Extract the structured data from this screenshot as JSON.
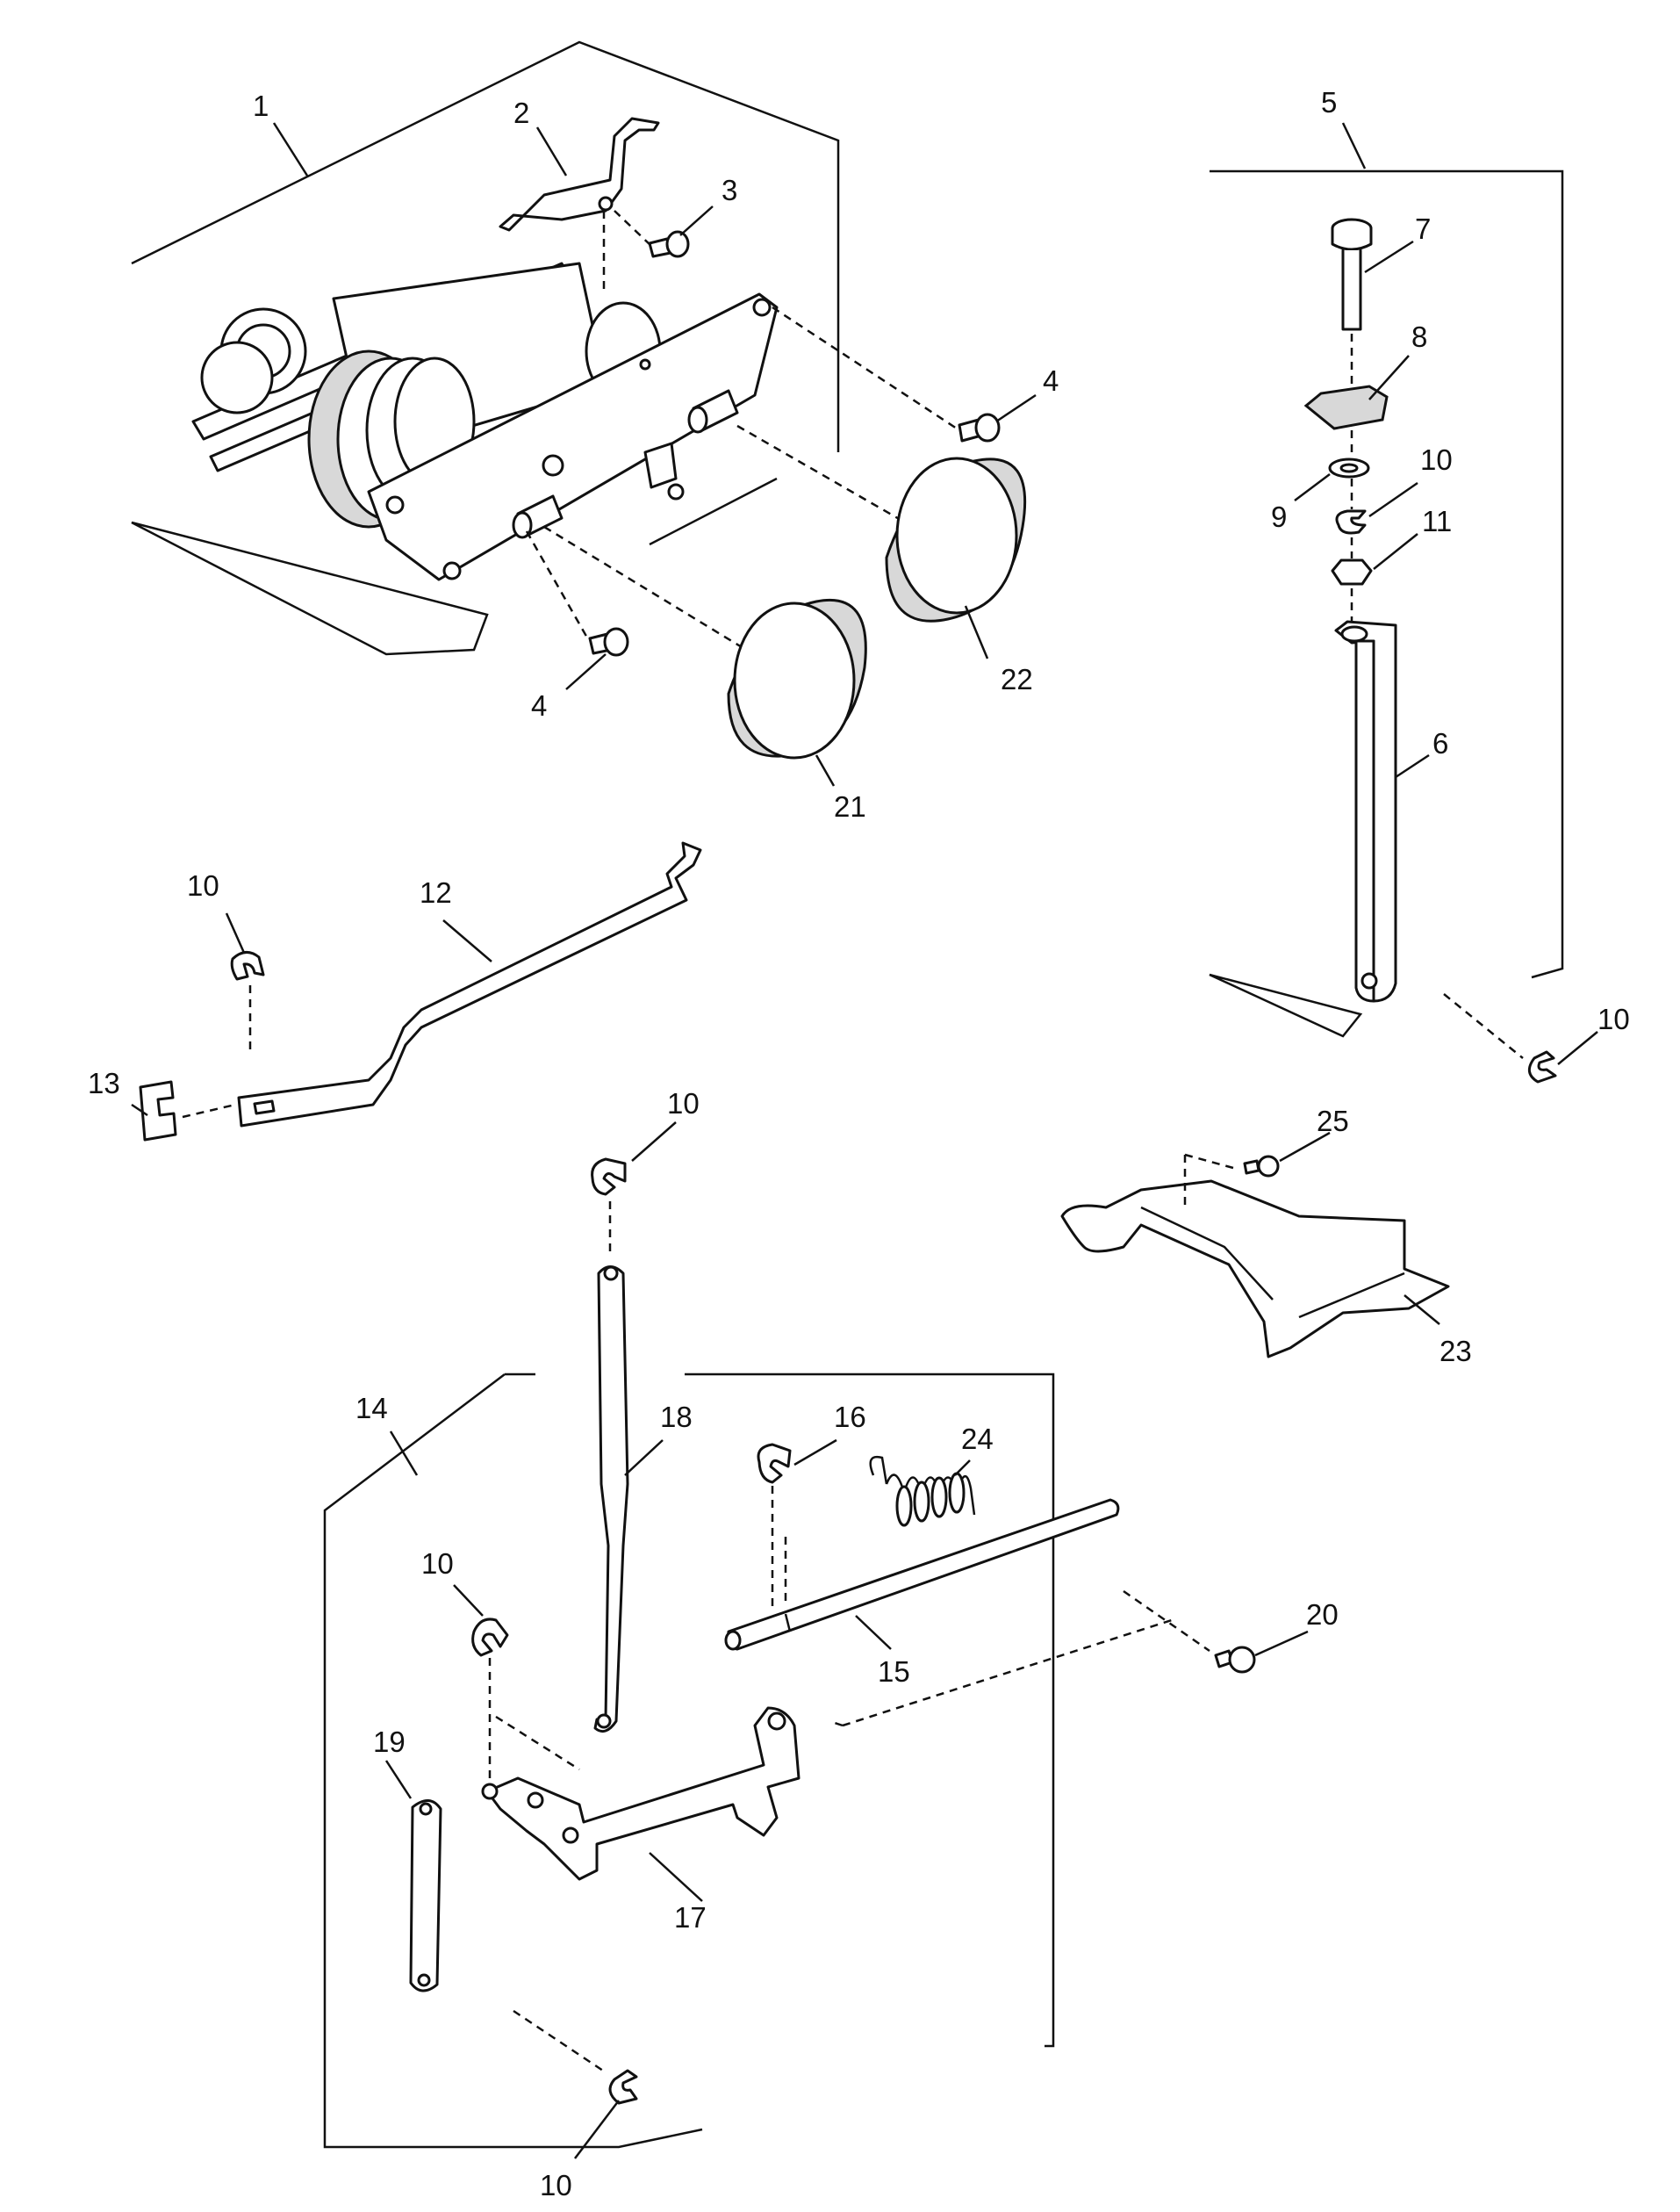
{
  "diagram": {
    "callouts": {
      "c1": "1",
      "c2": "2",
      "c3": "3",
      "c4a": "4",
      "c4b": "4",
      "c5": "5",
      "c6": "6",
      "c7": "7",
      "c8": "8",
      "c9": "9",
      "c10a": "10",
      "c10b": "10",
      "c10c": "10",
      "c10d": "10",
      "c10e": "10",
      "c10f": "10",
      "c11": "11",
      "c12": "12",
      "c13": "13",
      "c14": "14",
      "c15": "15",
      "c16": "16",
      "c17": "17",
      "c18": "18",
      "c19": "19",
      "c20": "20",
      "c21": "21",
      "c22": "22",
      "c23": "23",
      "c24": "24",
      "c25": "25"
    }
  }
}
